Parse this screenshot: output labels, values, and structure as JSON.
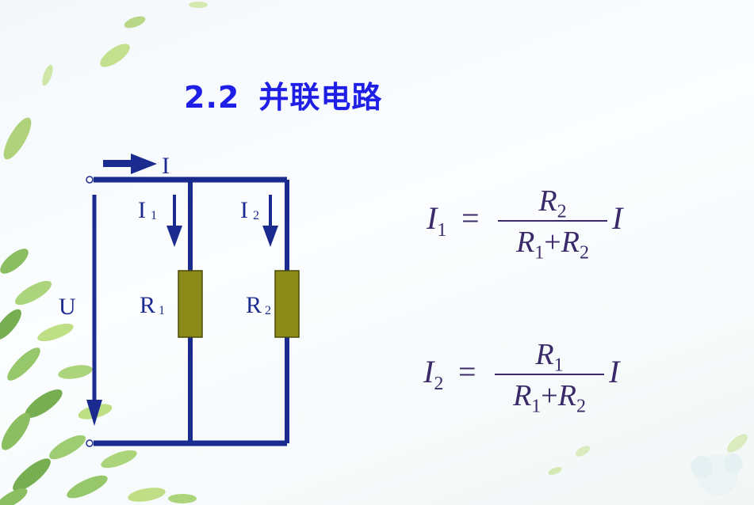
{
  "colors": {
    "title": "#1e1ee6",
    "wire": "#1a2a8f",
    "resistor_fill": "#8c8a18",
    "resistor_stroke": "#4a4a0a",
    "formula": "#3a2a6a",
    "leaf_light": "#b9dc7a",
    "leaf_dark": "#6aa640"
  },
  "title": {
    "number": "2.2",
    "text": "并联电路"
  },
  "circuit": {
    "current_label": "I",
    "branch1_current": "I",
    "branch1_sub": "1",
    "branch2_current": "I",
    "branch2_sub": "2",
    "voltage_label": "U",
    "resistor1": "R",
    "resistor1_sub": "1",
    "resistor2": "R",
    "resistor2_sub": "2"
  },
  "formulas": [
    {
      "lhs": "I",
      "lhs_sub": "1",
      "eq": "=",
      "numerator": "R",
      "numerator_sub": "2",
      "den_a": "R",
      "den_a_sub": "1",
      "den_plus": "+",
      "den_b": "R",
      "den_b_sub": "2",
      "tail": "I"
    },
    {
      "lhs": "I",
      "lhs_sub": "2",
      "eq": "=",
      "numerator": "R",
      "numerator_sub": "1",
      "den_a": "R",
      "den_a_sub": "1",
      "den_plus": "+",
      "den_b": "R",
      "den_b_sub": "2",
      "tail": "I"
    }
  ]
}
